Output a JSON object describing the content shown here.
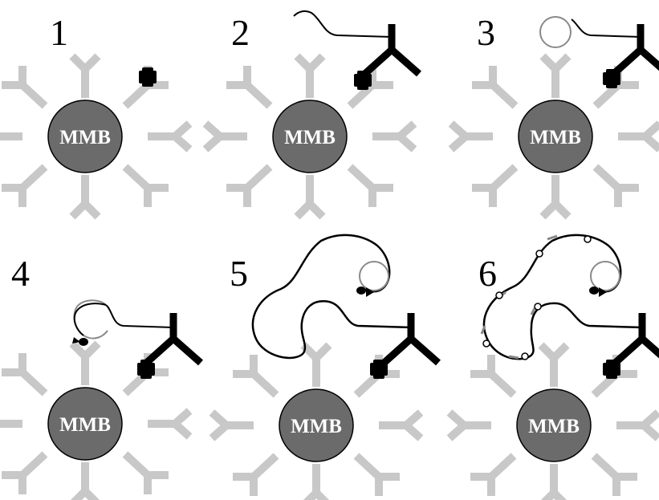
{
  "figure": {
    "bead_label": "MMB",
    "colors": {
      "bead_fill": "#6b6b6b",
      "capture_antibody": "#c8c8c8",
      "detection_antibody": "#000000",
      "circle_probe": "#8a8a8a",
      "background": "#ffffff"
    },
    "panels": [
      {
        "number": "1",
        "has_detection_antibody": false,
        "has_tether": false,
        "has_circle": false,
        "has_rca_product": false,
        "has_probes": false
      },
      {
        "number": "2",
        "has_detection_antibody": true,
        "has_tether": true,
        "has_circle": false,
        "has_rca_product": false,
        "has_probes": false
      },
      {
        "number": "3",
        "has_detection_antibody": true,
        "has_tether": true,
        "has_circle": true,
        "has_rca_product": false,
        "has_probes": false
      },
      {
        "number": "4",
        "has_detection_antibody": true,
        "has_tether": true,
        "has_circle": true,
        "has_rca_product": false,
        "has_probes": false
      },
      {
        "number": "5",
        "has_detection_antibody": true,
        "has_tether": true,
        "has_circle": true,
        "has_rca_product": true,
        "has_probes": false
      },
      {
        "number": "6",
        "has_detection_antibody": true,
        "has_tether": true,
        "has_circle": true,
        "has_rca_product": true,
        "has_probes": true
      }
    ]
  }
}
